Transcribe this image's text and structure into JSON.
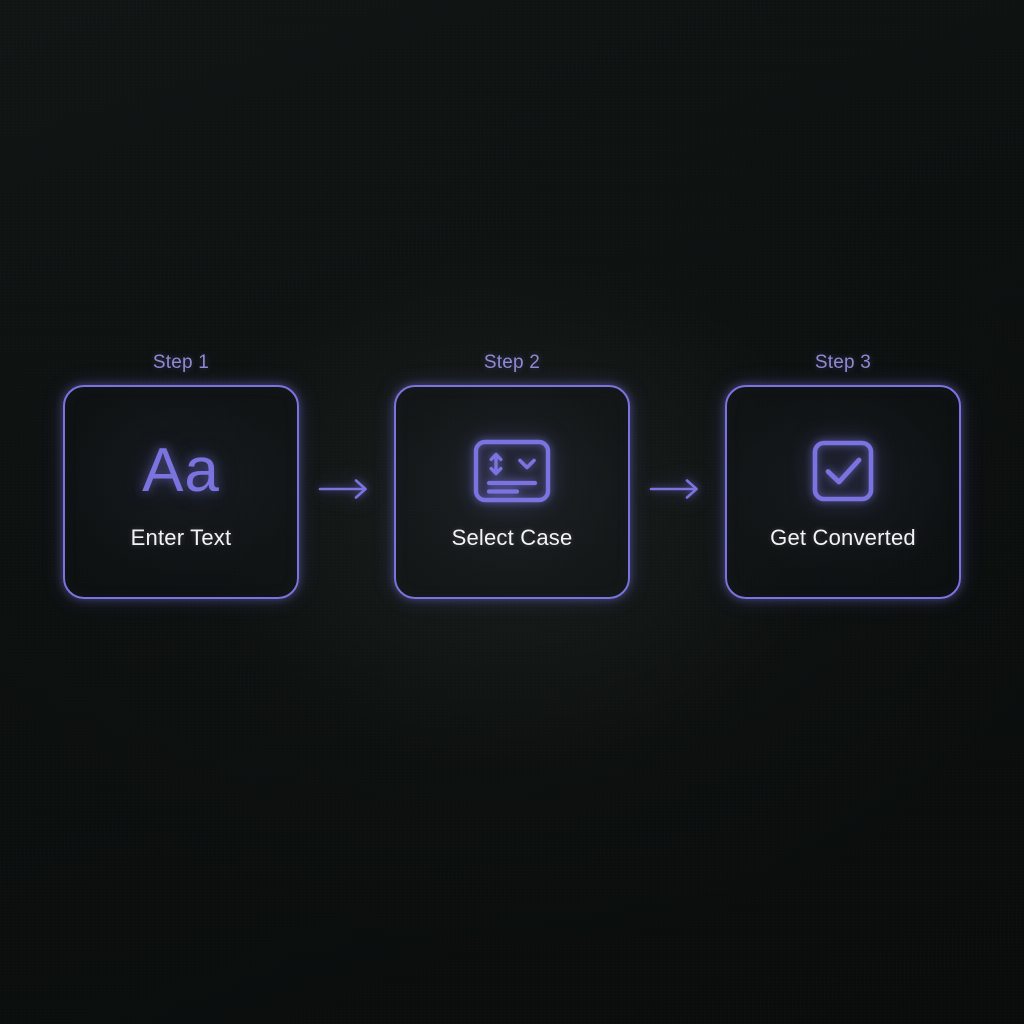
{
  "theme": {
    "background": "#0c0f0e",
    "accent": "#7b74e0",
    "label_color": "#8f8ad2",
    "title_color": "#f2f3f5"
  },
  "flow": {
    "steps": [
      {
        "step_label": "Step 1",
        "title": "Enter Text",
        "icon": "aa-text-icon",
        "glyph": "Aa"
      },
      {
        "step_label": "Step 2",
        "title": "Select Case",
        "icon": "case-selector-icon",
        "glyph": ""
      },
      {
        "step_label": "Step 3",
        "title": "Get Converted",
        "icon": "checkbox-checked-icon",
        "glyph": ""
      }
    ],
    "connectors": [
      {
        "icon": "arrow-right-icon"
      },
      {
        "icon": "arrow-right-icon"
      }
    ]
  }
}
